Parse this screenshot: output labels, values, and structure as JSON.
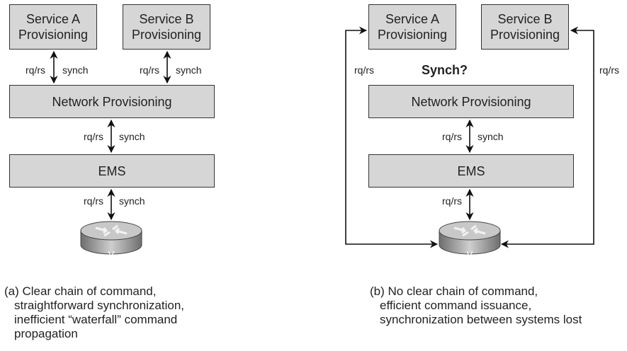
{
  "panel_a": {
    "service_a": [
      "Service A",
      "Provisioning"
    ],
    "service_b": [
      "Service B",
      "Provisioning"
    ],
    "network": "Network Provisioning",
    "ems": "EMS",
    "rqrs": "rq/rs",
    "synch": "synch",
    "router_label": "V",
    "caption": {
      "line1": "(a) Clear chain of command,",
      "line2": "straightforward synchronization,",
      "line3": "inefficient “waterfall” command",
      "line4": "propagation"
    }
  },
  "panel_b": {
    "service_a": [
      "Service A",
      "Provisioning"
    ],
    "service_b": [
      "Service B",
      "Provisioning"
    ],
    "network": "Network Provisioning",
    "ems": "EMS",
    "rqrs": "rq/rs",
    "synch": "synch",
    "synch_question": "Synch?",
    "router_label": "V",
    "caption": {
      "line1": "(b) No clear chain of command,",
      "line2": "efficient command issuance,",
      "line3": "synchronization between systems lost"
    }
  }
}
